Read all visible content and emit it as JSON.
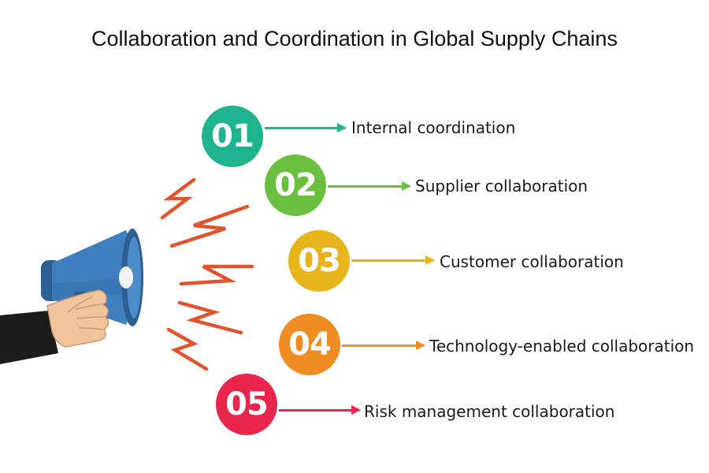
{
  "title": "Collaboration and Coordination in Global Supply Chains",
  "items": [
    {
      "number": "01",
      "label": "Internal coordination",
      "color": "#1fb48f"
    },
    {
      "number": "02",
      "label": "Supplier collaboration",
      "color": "#6abf3f"
    },
    {
      "number": "03",
      "label": "Customer collaboration",
      "color": "#e8b41c"
    },
    {
      "number": "04",
      "label": "Technology-enabled collaboration",
      "color": "#ef8d22"
    },
    {
      "number": "05",
      "label": "Risk management collaboration",
      "color": "#e8264b"
    }
  ],
  "icons": {
    "megaphone": "megaphone-icon",
    "hand": "hand-icon",
    "sound_waves": "lightning-bolt-icon"
  },
  "colors": {
    "megaphone_blue": "#3f7fc0",
    "megaphone_dark": "#2d5f94",
    "sleeve": "#1c1c1c",
    "skin": "#f2c49b",
    "bolt": "#e0532c"
  }
}
